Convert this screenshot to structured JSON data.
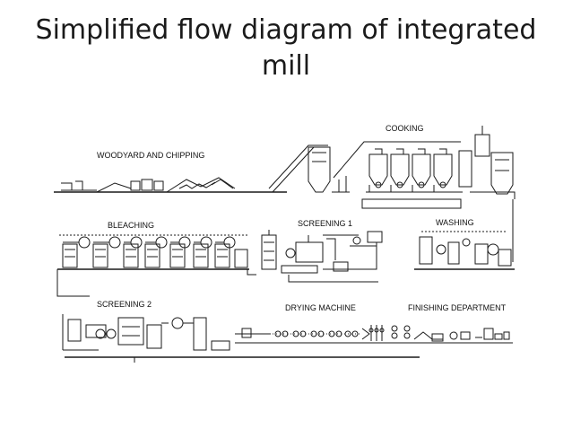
{
  "slide": {
    "title_line1": "Simplified flow diagram of integrated",
    "title_line2": "mill"
  },
  "diagram": {
    "labels": {
      "cooking": "COOKING",
      "woodyard": "WOODYARD AND CHIPPING",
      "bleaching": "BLEACHING",
      "screening1": "SCREENING 1",
      "washing": "WASHING",
      "screening2": "SCREENING 2",
      "drying": "DRYING MACHINE",
      "finishing": "FINISHING DEPARTMENT"
    },
    "colors": {
      "ink": "#1a1a1a",
      "background": "#ffffff"
    }
  }
}
